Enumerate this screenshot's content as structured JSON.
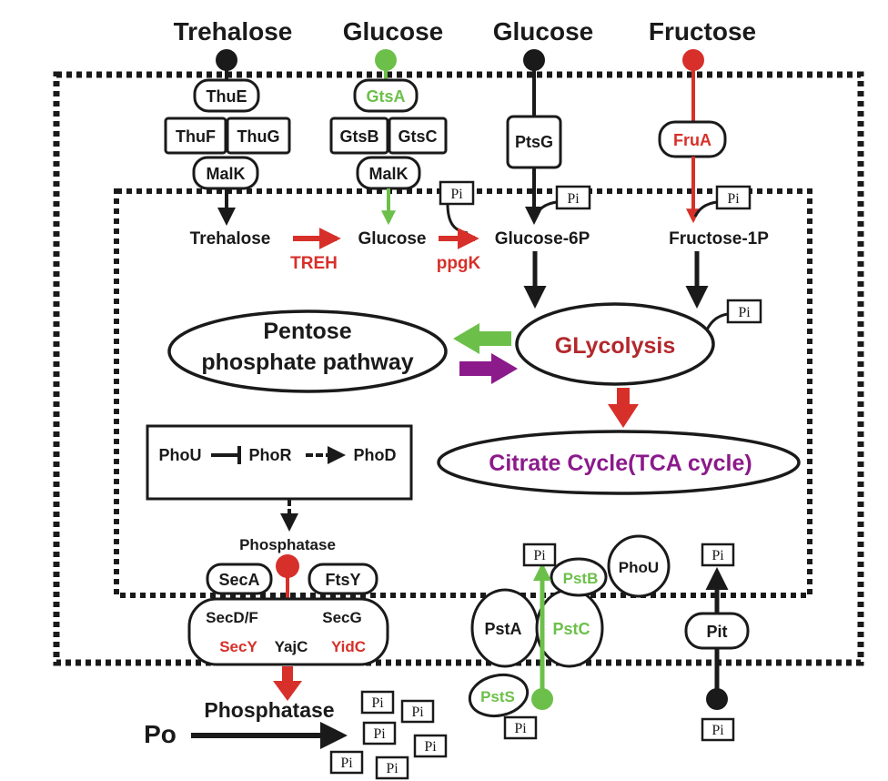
{
  "substrates": {
    "trehalose": "Trehalose",
    "glucose_gts": "Glucose",
    "glucose_pts": "Glucose",
    "fructose": "Fructose"
  },
  "transporters": {
    "thue": "ThuE",
    "thuf": "ThuF",
    "thug": "ThuG",
    "malk1": "MalK",
    "gtsa": "GtsA",
    "gtsb": "GtsB",
    "gtsc": "GtsC",
    "malk2": "MalK",
    "ptsg": "PtsG",
    "frua": "FruA"
  },
  "metabolites": {
    "trehalose": "Trehalose",
    "glucose": "Glucose",
    "glucose6p": "Glucose-6P",
    "fructose1p": "Fructose-1P"
  },
  "enzymes": {
    "treh": "TREH",
    "ppgk": "ppgK"
  },
  "pathways": {
    "pentose_line1": "Pentose",
    "pentose_line2": "phosphate pathway",
    "glycolysis": "GLycolysis",
    "tca": "Citrate Cycle(TCA cycle)"
  },
  "regulation": {
    "phou": "PhoU",
    "phor": "PhoR",
    "phod": "PhoD"
  },
  "phosphatase_label": "Phosphatase",
  "secretion": {
    "seca": "SecA",
    "ftsy": "FtsY",
    "secdf": "SecD/F",
    "secg": "SecG",
    "secy": "SecY",
    "yajc": "YajC",
    "yidc": "YidC"
  },
  "pst": {
    "psta": "PstA",
    "pstb": "PstB",
    "pstc": "PstC",
    "psts": "PstS",
    "phou": "PhoU"
  },
  "pit": "Pit",
  "external": {
    "phosphatase": "Phosphatase",
    "po": "Po"
  },
  "pi": "Pi",
  "colors": {
    "black": "#1a1a1a",
    "red": "#d7302a",
    "green": "#6cc04a",
    "purple": "#8b1a8b",
    "dark_red": "#b3282d"
  }
}
